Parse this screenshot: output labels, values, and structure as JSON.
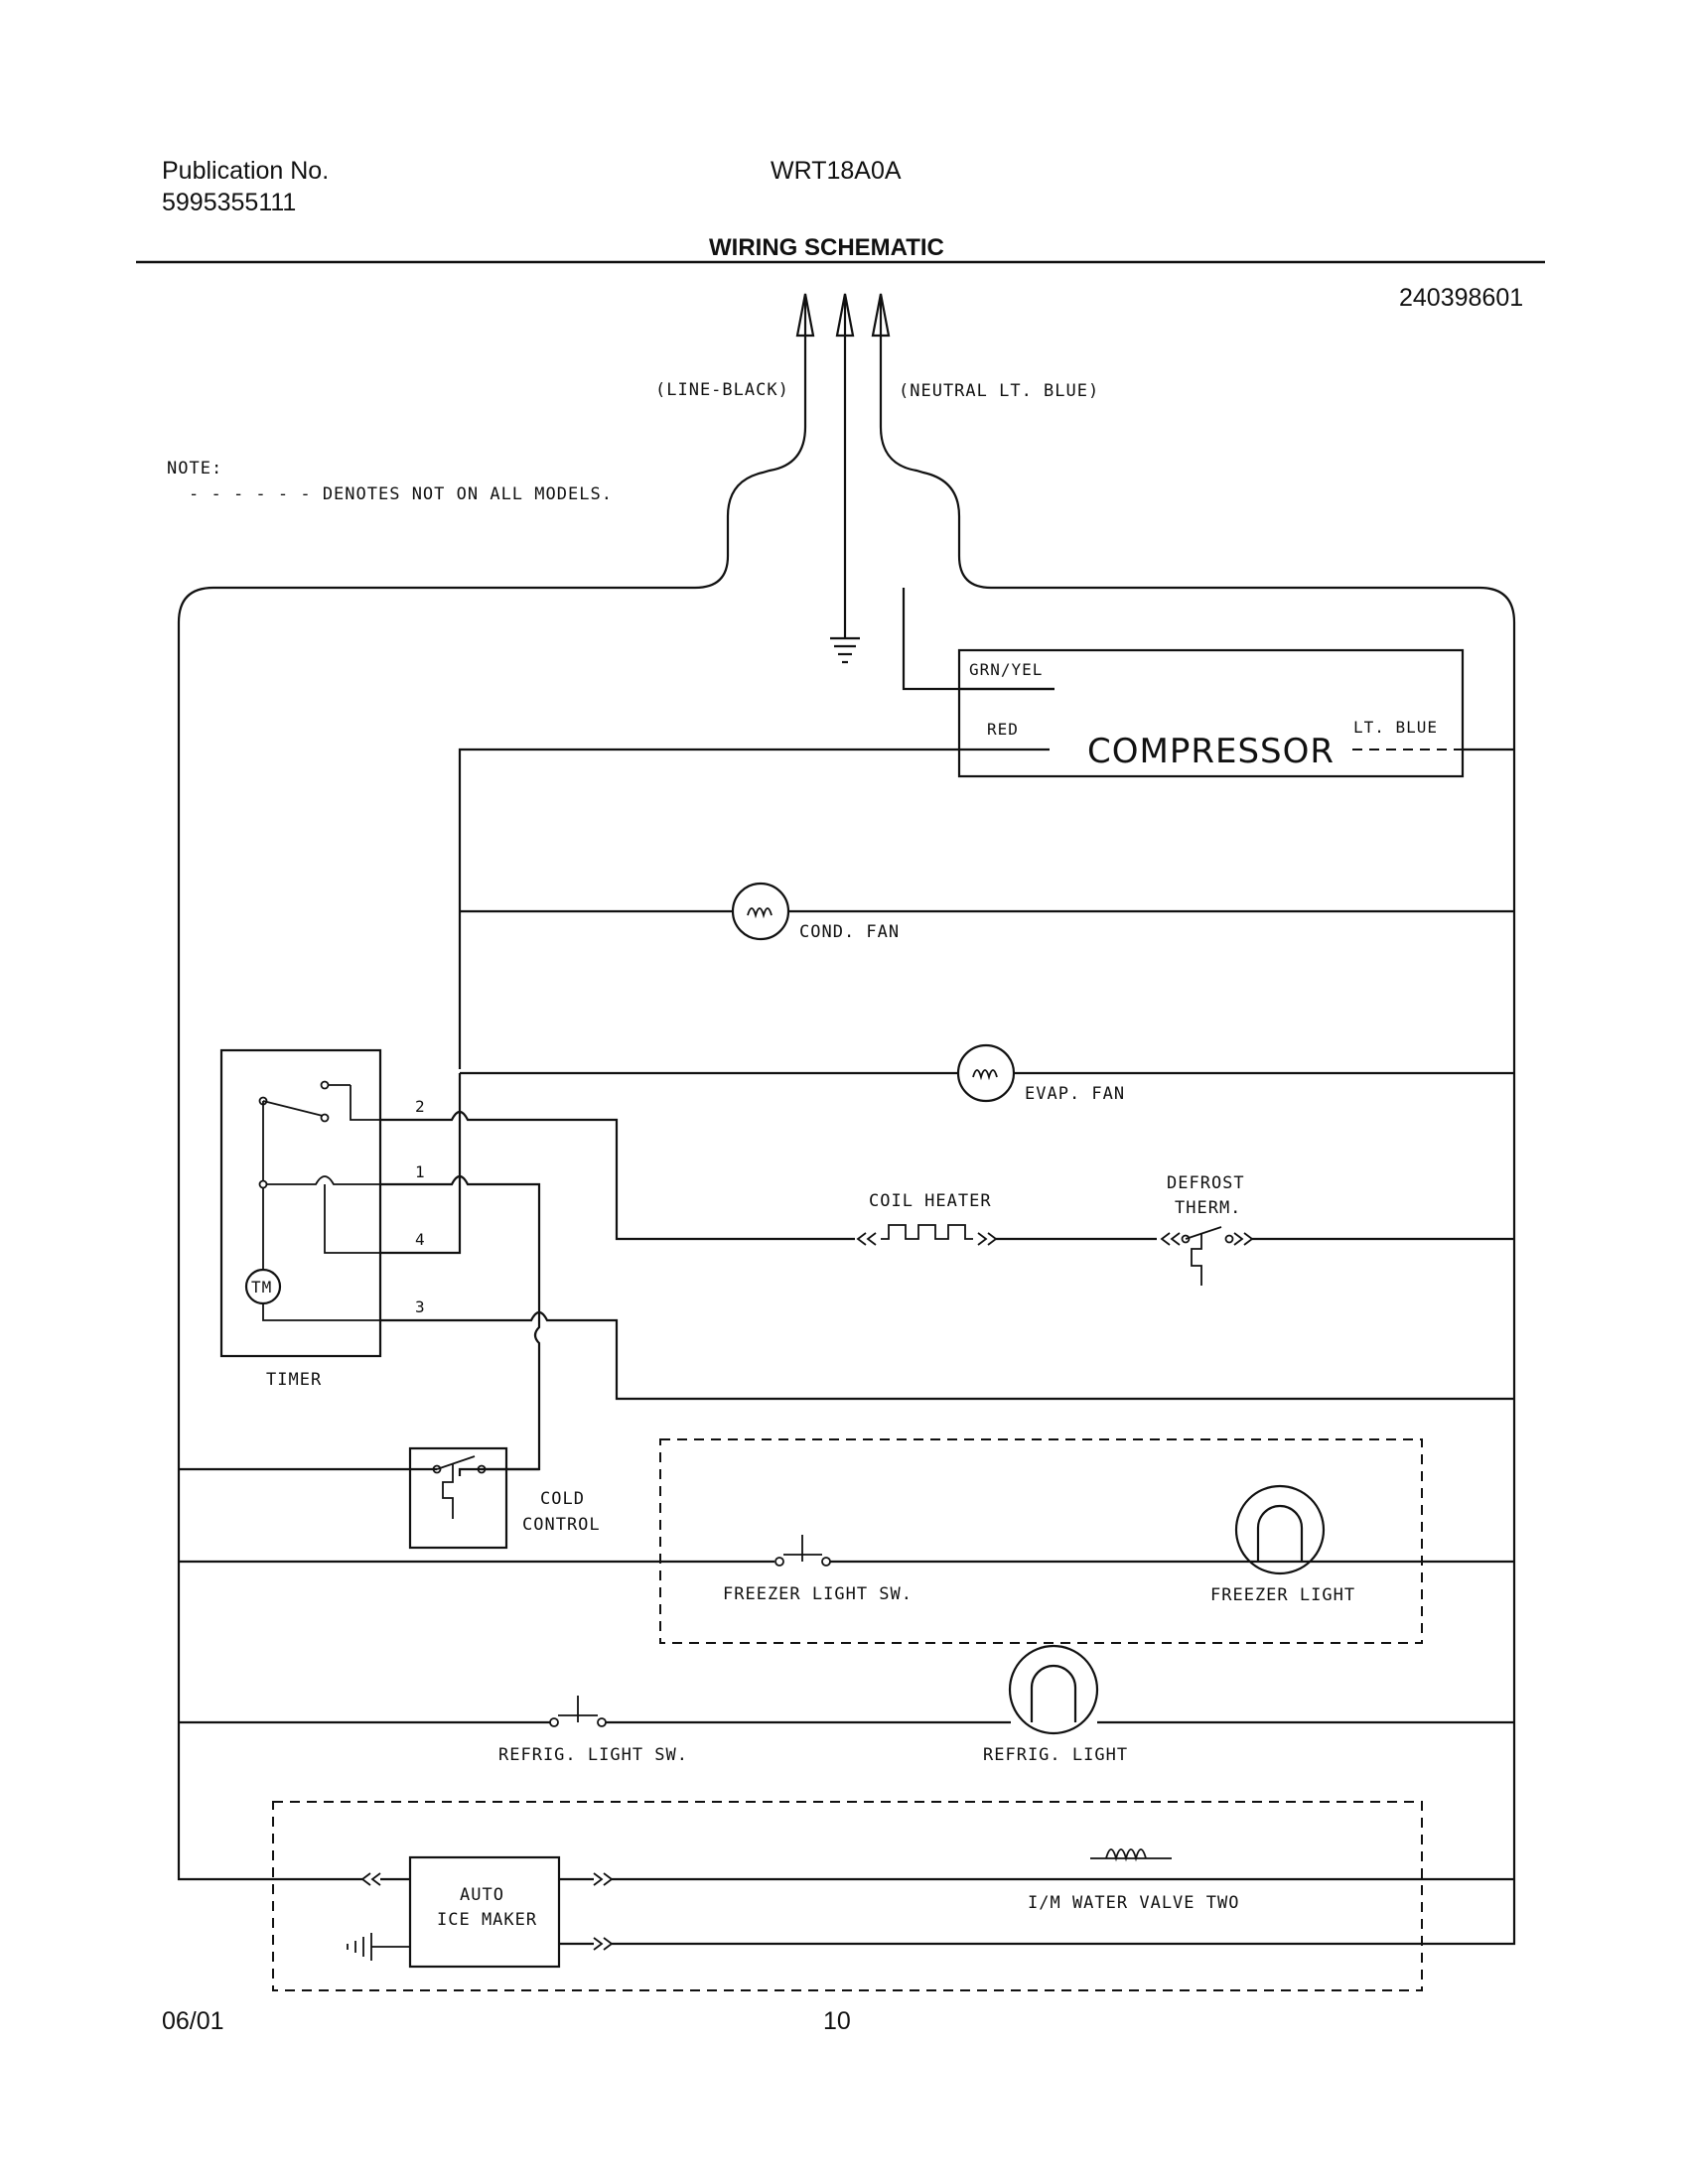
{
  "header": {
    "publication_label": "Publication No.",
    "publication_number": "5995355111",
    "model": "WRT18A0A",
    "title": "WIRING SCHEMATIC",
    "drawing_number": "240398601"
  },
  "footer": {
    "date": "06/01",
    "page_number": "10"
  },
  "note": {
    "label": "NOTE:",
    "legend": "- - - - - - DENOTES NOT ON ALL MODELS."
  },
  "supply": {
    "line": "(LINE-BLACK)",
    "neutral": "(NEUTRAL LT. BLUE)"
  },
  "compressor": {
    "label": "COMPRESSOR",
    "terminal_ground": "GRN/YEL",
    "terminal_red": "RED",
    "terminal_neutral": "LT. BLUE"
  },
  "components": {
    "cond_fan": "COND. FAN",
    "evap_fan": "EVAP. FAN",
    "coil_heater": "COIL HEATER",
    "defrost_therm_1": "DEFROST",
    "defrost_therm_2": "THERM.",
    "timer": "TIMER",
    "timer_motor": "TM",
    "cold_control_1": "COLD",
    "cold_control_2": "CONTROL",
    "freezer_light_sw": "FREEZER LIGHT SW.",
    "freezer_light": "FREEZER LIGHT",
    "refrig_light_sw": "REFRIG. LIGHT SW.",
    "refrig_light": "REFRIG. LIGHT",
    "ice_maker_1": "AUTO",
    "ice_maker_2": "ICE MAKER",
    "water_valve": "I/M WATER VALVE TWO"
  },
  "timer_terminals": [
    "2",
    "1",
    "4",
    "3"
  ]
}
